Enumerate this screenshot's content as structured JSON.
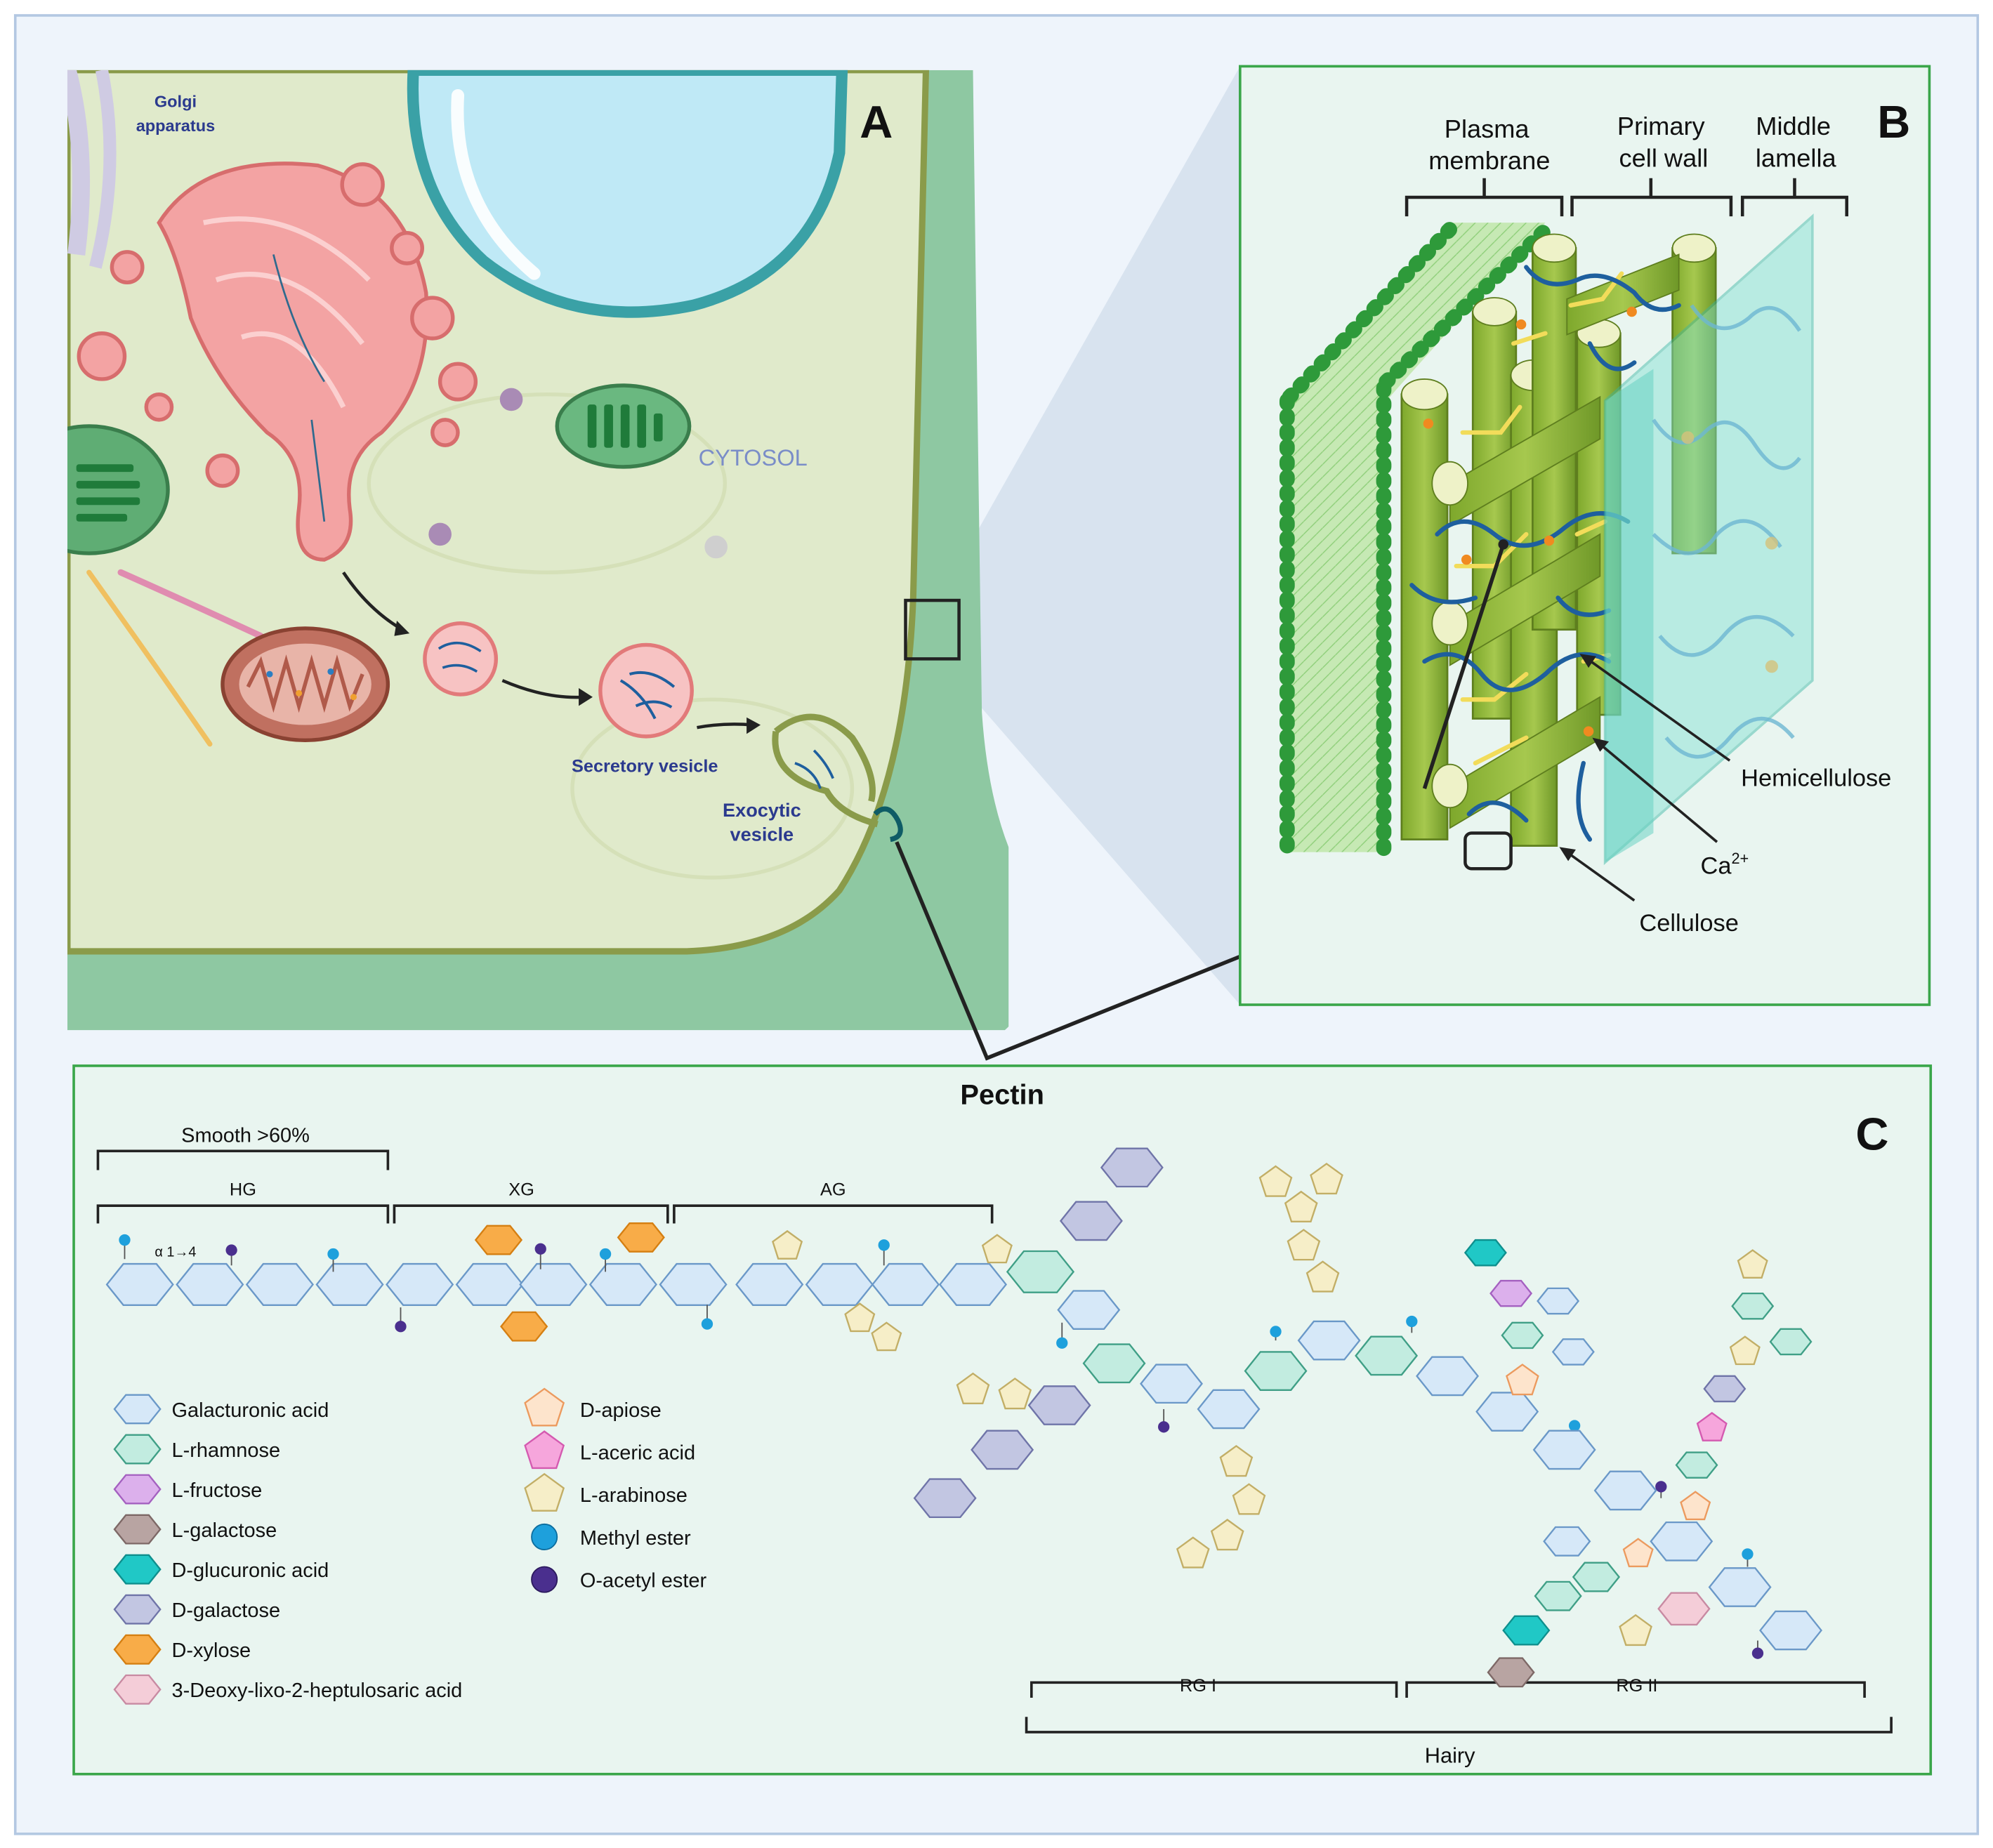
{
  "panelA": {
    "letter": "A",
    "golgi_label_line1": "Golgi",
    "golgi_label_line2": "apparatus",
    "cytosol_label": "CYTOSOL",
    "secretory_label": "Secretory vesicle",
    "exocytic_label_line1": "Exocytic",
    "exocytic_label_line2": "vesicle"
  },
  "panelB": {
    "letter": "B",
    "plasma_line1": "Plasma",
    "plasma_line2": "membrane",
    "primary_line1": "Primary",
    "primary_line2": "cell wall",
    "middle_line1": "Middle",
    "middle_line2": "lamella",
    "hemicellulose_label": "Hemicellulose",
    "calcium_label": "Ca",
    "calcium_sup": "2+",
    "cellulose_label": "Cellulose"
  },
  "panelC": {
    "letter": "C",
    "title": "Pectin",
    "smooth_label": "Smooth >60%",
    "hg_label": "HG",
    "xg_label": "XG",
    "ag_label": "AG",
    "linkage_label": "α 1→4",
    "rg1_label": "RG I",
    "rg2_label": "RG II",
    "hairy_label": "Hairy"
  },
  "legend": {
    "col1": [
      {
        "label": "Galacturonic acid",
        "shape": "hexagon",
        "color": "#d6e8f8",
        "stroke": "#6a98c8"
      },
      {
        "label": "L-rhamnose",
        "shape": "hexagon",
        "color": "#c2ece0",
        "stroke": "#3f9f86"
      },
      {
        "label": "L-fructose",
        "shape": "hexagon",
        "color": "#dcb0ec",
        "stroke": "#a460c0"
      },
      {
        "label": "L-galactose",
        "shape": "hexagon",
        "color": "#b8a4a2",
        "stroke": "#7d6866"
      },
      {
        "label": "D-glucuronic acid",
        "shape": "hexagon",
        "color": "#20c8c6",
        "stroke": "#0e8f8d"
      },
      {
        "label": "D-galactose",
        "shape": "hexagon",
        "color": "#c2c6e2",
        "stroke": "#6f74a8"
      },
      {
        "label": "D-xylose",
        "shape": "hexagon",
        "color": "#f8ac48",
        "stroke": "#d57f12"
      },
      {
        "label": "3-Deoxy-lixo-2-heptulosaric acid",
        "shape": "hexagon",
        "color": "#f4cdd8",
        "stroke": "#c88aa2"
      }
    ],
    "col2": [
      {
        "label": "D-apiose",
        "shape": "pentagon",
        "color": "#fde4cc",
        "stroke": "#ec9a5e"
      },
      {
        "label": "L-aceric acid",
        "shape": "pentagon",
        "color": "#f6a6dc",
        "stroke": "#d45ab0"
      },
      {
        "label": "L-arabinose",
        "shape": "pentagon",
        "color": "#f6eec8",
        "stroke": "#c2ae66"
      },
      {
        "label": "Methyl ester",
        "shape": "ball",
        "color": "#1ea0dc",
        "stroke": "#0c6d9e"
      },
      {
        "label": "O-acetyl ester",
        "shape": "ball",
        "color": "#4a2f8e",
        "stroke": "#2c1a5e"
      }
    ]
  },
  "colors": {
    "panel_border": "#3aa64a",
    "cell_wall": "#8ec8a2",
    "cytosol": "#e0eacb",
    "golgi": "#f3a3a3",
    "vacuole": "#bfe9f6",
    "cellulose": "#8cb43c",
    "pectin": "#1e5f9e",
    "hemicellulose": "#f2dc5a"
  }
}
